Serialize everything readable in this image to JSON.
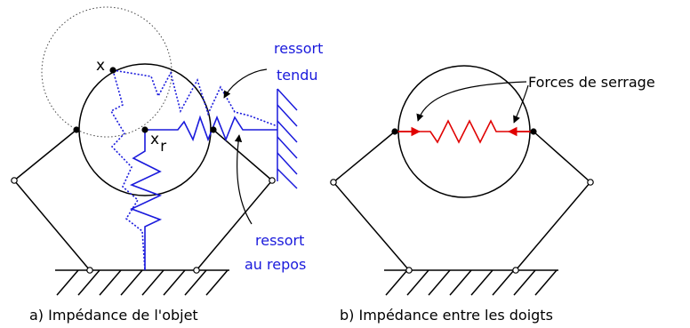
{
  "left_panel": {
    "caption": "a) Impédance de l'objet",
    "point_x": "x",
    "point_xr_base": "x",
    "point_xr_sub": "r",
    "label_tense_line1": "ressort",
    "label_tense_line2": "tendu",
    "label_rest_line1": "ressort",
    "label_rest_line2": "au repos"
  },
  "right_panel": {
    "caption": "b) Impédance entre les doigts",
    "label_forces": "Forces de serrage"
  },
  "colors": {
    "stroke": "#000000",
    "spring_blue": "#1a1adc",
    "force_red": "#e00000"
  }
}
